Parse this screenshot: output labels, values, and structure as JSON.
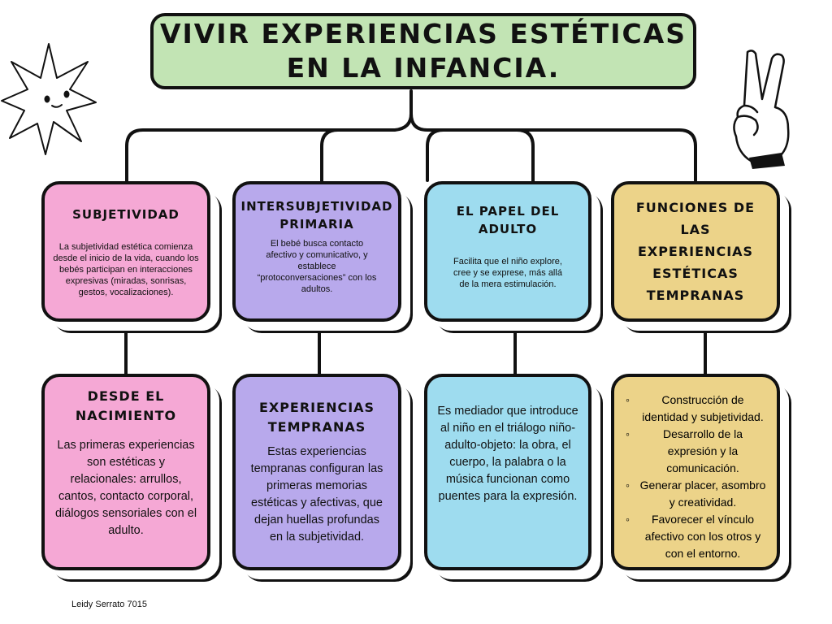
{
  "title": {
    "line1": "VIVIR EXPERIENCIAS ESTÉTICAS",
    "line2": "EN LA INFANCIA."
  },
  "row1": [
    {
      "heading": "SUBJETIVIDAD",
      "text": "La subjetividad estética comienza desde el inicio de la vida, cuando los bebés participan en interacciones expresivas (miradas, sonrisas, gestos, vocalizaciones)."
    },
    {
      "heading": "INTERSUBJETIVIDAD PRIMARIA",
      "text": "El bebé busca contacto afectivo y comunicativo, y establece “protoconversaciones” con los adultos."
    },
    {
      "heading": "EL PAPEL DEL ADULTO",
      "text": "Facilita que el niño explore, cree y se exprese, más allá de la mera estimulación."
    },
    {
      "heading": "FUNCIONES DE LAS EXPERIENCIAS ESTÉTICAS TEMPRANAS",
      "text": ""
    }
  ],
  "row2": [
    {
      "heading": "DESDE EL NACIMIENTO",
      "text": "Las primeras experiencias son estéticas y relacionales: arrullos, cantos, contacto corporal, diálogos sensoriales con el adulto."
    },
    {
      "heading": "EXPERIENCIAS TEMPRANAS",
      "text": "Estas experiencias tempranas configuran las primeras memorias estéticas y afectivas, que dejan huellas profundas en la subjetividad."
    },
    {
      "heading": "",
      "text": "Es mediador que introduce al niño en el triálogo niño-adulto-objeto: la obra, el cuerpo, la palabra o la música funcionan como puentes para la expresión."
    },
    {
      "heading": "",
      "items": [
        "Construcción de identidad y subjetividad.",
        "Desarrollo de la expresión y la comunicación.",
        "Generar placer, asombro y creatividad.",
        "Favorecer el vínculo afectivo con los otros y con el entorno."
      ]
    }
  ],
  "footer": "Leidy Serrato 7015",
  "icons": {
    "left": "star-face-icon",
    "right": "peace-hand-icon"
  },
  "colors": {
    "title": "#c2e4b4",
    "pink": "#f5a8d5",
    "purple": "#b8a9ec",
    "blue": "#9edcef",
    "yellow": "#ecd389"
  }
}
